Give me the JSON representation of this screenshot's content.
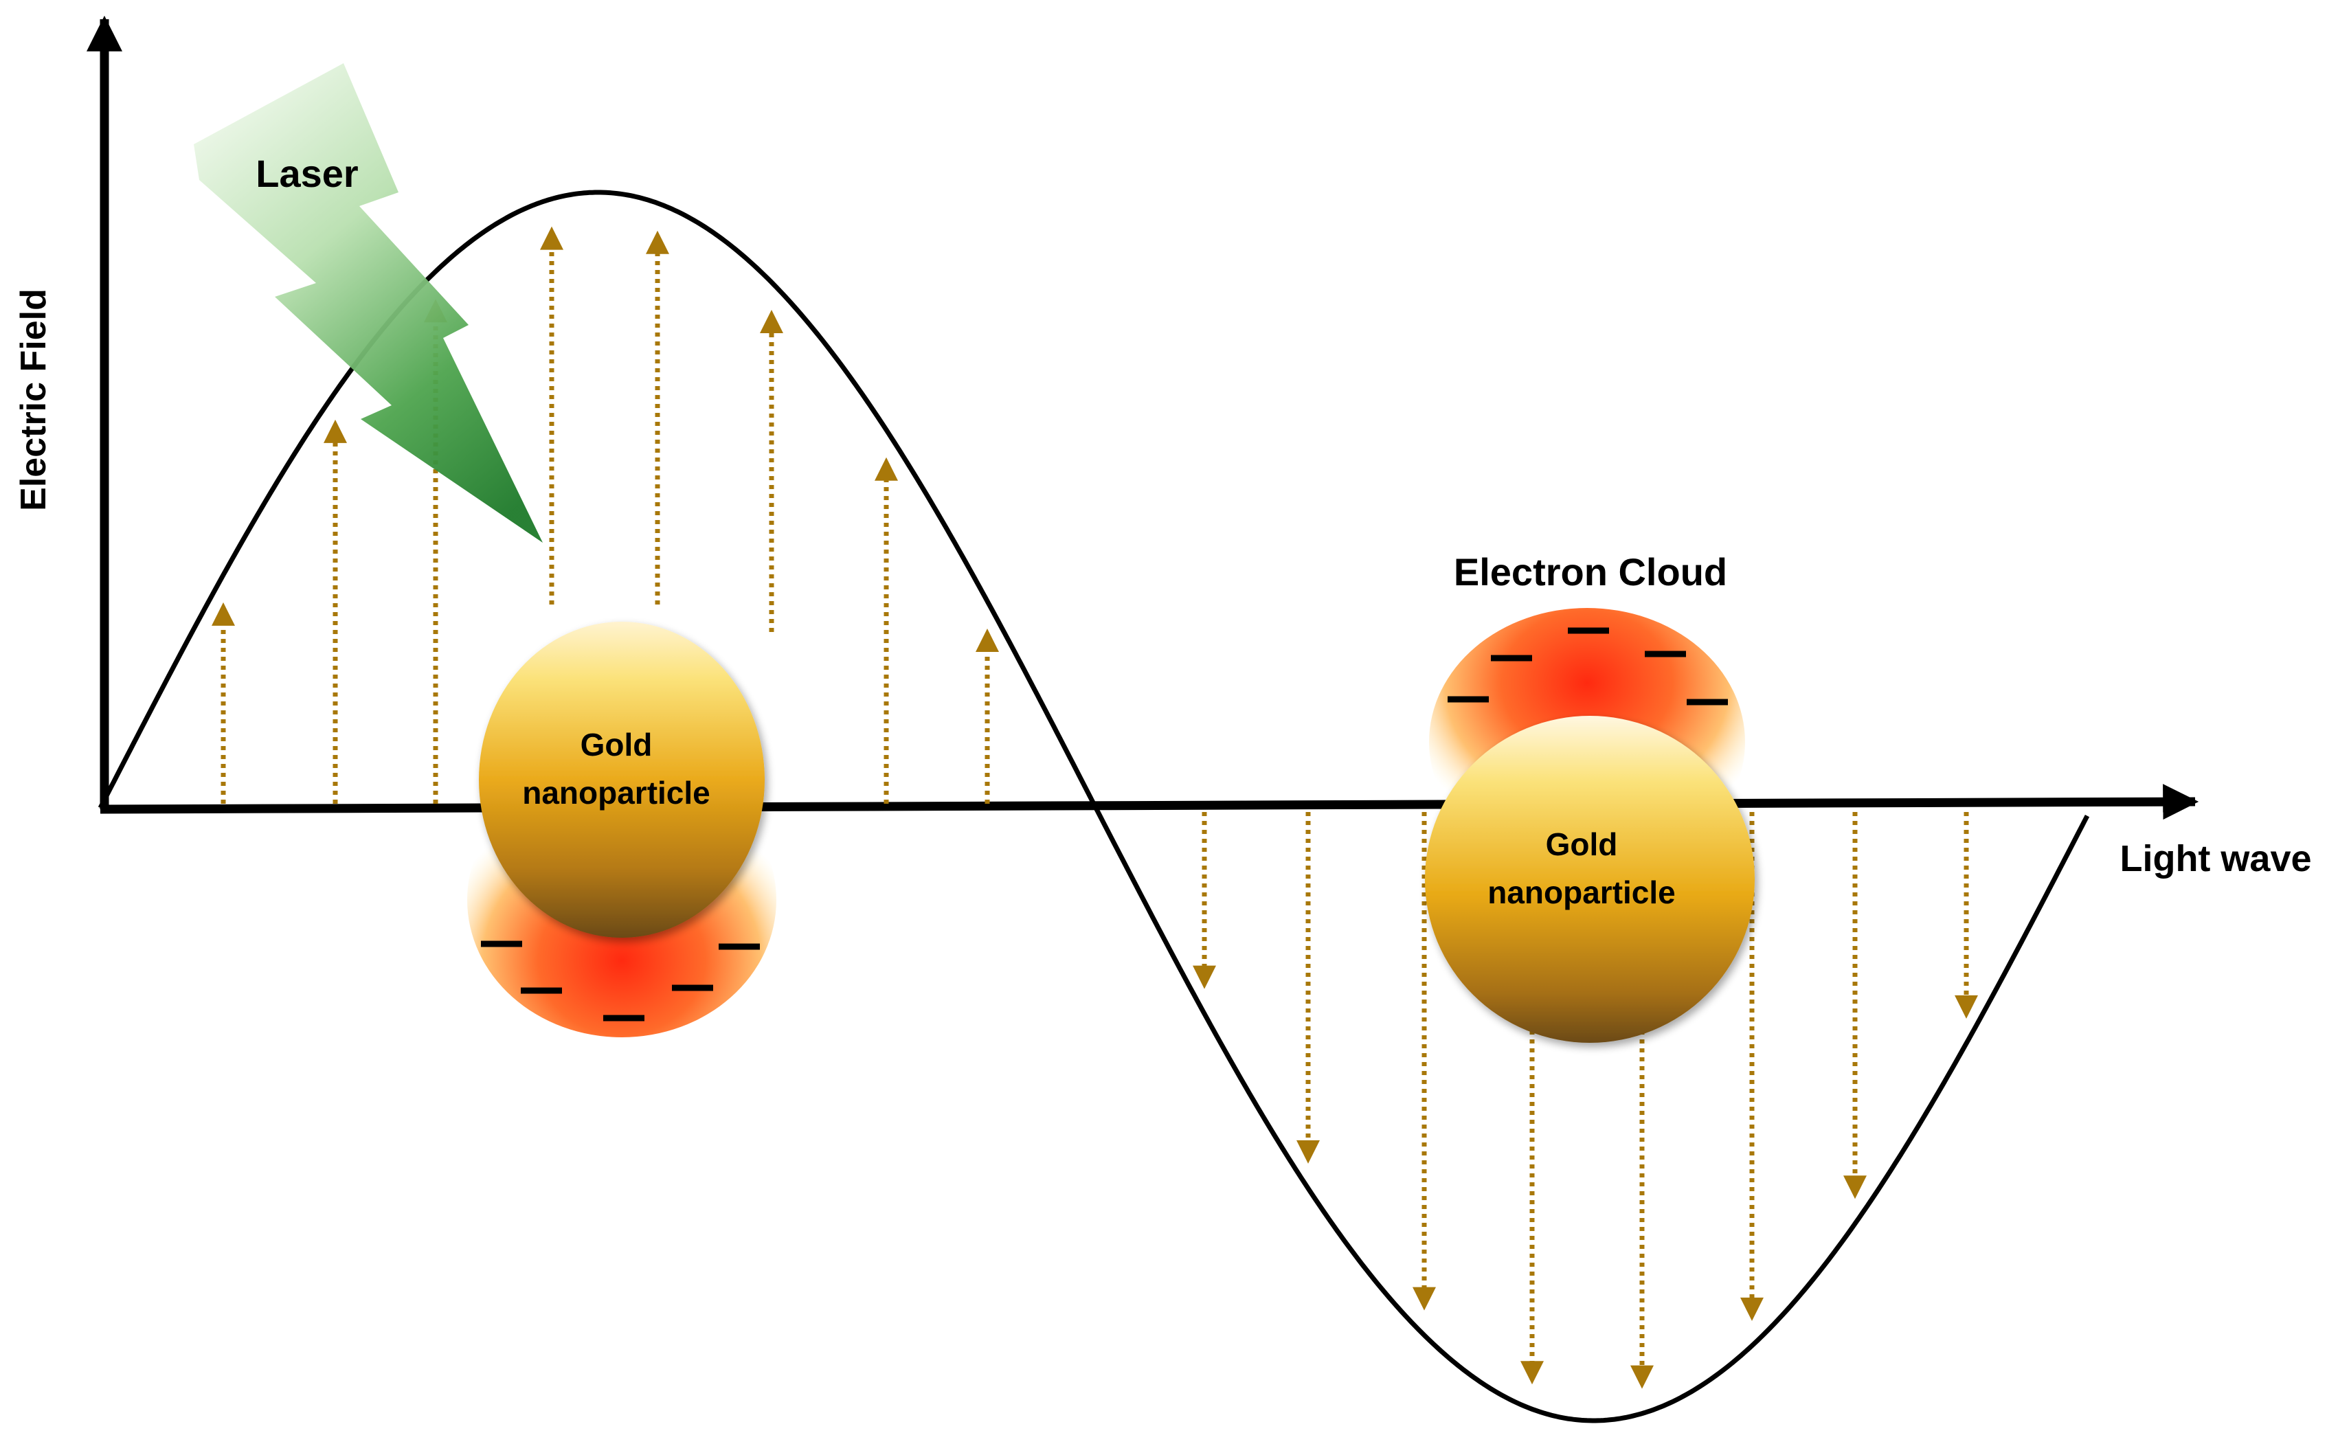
{
  "diagram": {
    "y_axis_label": "Electric Field",
    "x_axis_label": "Light wave",
    "laser_label": "Laser",
    "electron_cloud_label": "Electron Cloud",
    "particle_left": {
      "line1": "Gold",
      "line2": "nanoparticle"
    },
    "particle_right": {
      "line1": "Gold",
      "line2": "nanoparticle"
    }
  },
  "colors": {
    "axis": "#000000",
    "wave": "#000000",
    "field_arrows": "#a8780a",
    "gold_light": "#fbe27a",
    "gold_mid": "#e8a915",
    "gold_dark": "#6b4a12",
    "electron_cloud": "#ff4a1c",
    "laser_light": "#e8f5e3",
    "laser_dark": "#1e7a2a"
  }
}
